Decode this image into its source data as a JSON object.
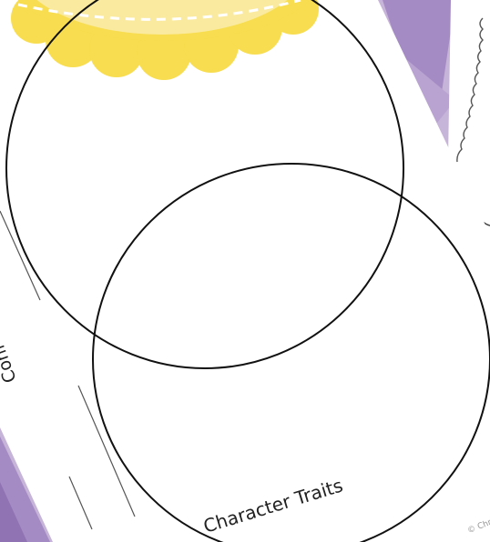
{
  "worksheet": {
    "venn_label": "Character Traits",
    "side_label_fragment": "Conf",
    "copyright_fragment": "© Chri"
  },
  "colors": {
    "background_purple": "#c7b4d9",
    "diamond_purple": "#a58bc4",
    "paper": "#ffffff",
    "badge_yellow": "#f7dd4f",
    "badge_inner": "#faeaa0",
    "circle_stroke": "#111111"
  }
}
